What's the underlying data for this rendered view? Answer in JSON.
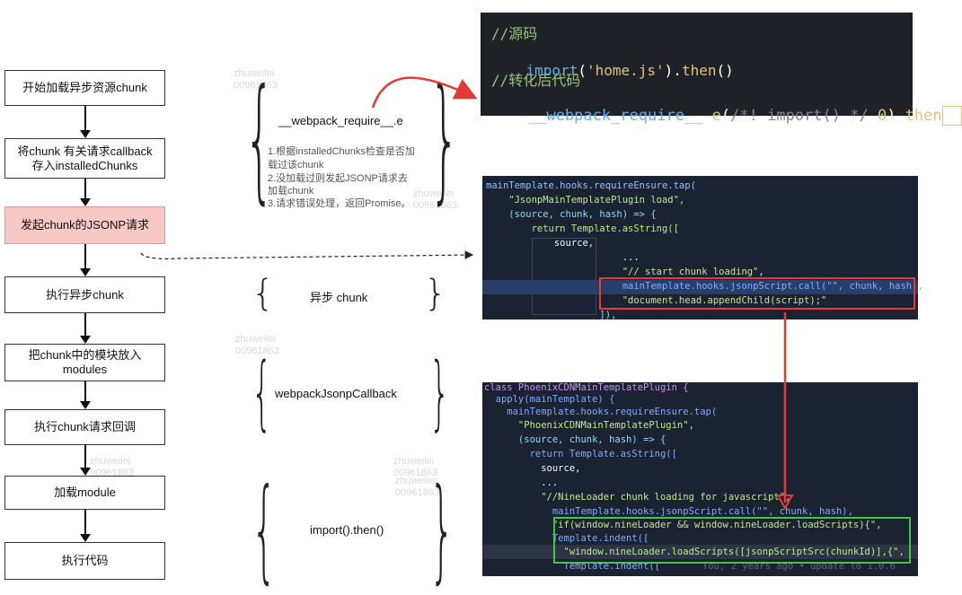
{
  "flow": {
    "steps": [
      {
        "text": "开始加载异步资源chunk"
      },
      {
        "text": "将chunk 有关请求callback\n存入installedChunks"
      },
      {
        "text": "发起chunk的JSONP请求"
      },
      {
        "text": "执行异步chunk"
      },
      {
        "text": "把chunk中的模块放入\nmodules"
      },
      {
        "text": "执行chunk请求回调"
      },
      {
        "text": "加载module"
      },
      {
        "text": "执行代码"
      }
    ]
  },
  "middle": {
    "require_e": "__webpack_require__.e",
    "require_e_notes": [
      "1.根据installedChunks检查是否加",
      "载过该chunk",
      "2.没加载过则发起JSONP请求去",
      "加载chunk",
      "3.请求错误处理，返回Promise。"
    ],
    "async_chunk": "异步 chunk",
    "jsonp_callback": "webpackJsonpCallback",
    "import_then": "import().then()"
  },
  "watermarks": [
    "zhuweilei\n00961863",
    "zhuweilei\n00961863",
    "zhuweilei\n00961863",
    "zhuweilei\n00961863",
    "zhuweilei\n00961863",
    "zhuweilei\n00961863"
  ],
  "code1": {
    "lines": [
      "//源码",
      "import('home.js').then()",
      "//转化后代码",
      "__webpack_require__.e(/*! import() */ 0).then()"
    ]
  },
  "code2": {
    "lines": [
      "mainTemplate.hooks.requireEnsure.tap(",
      "    \"JsonpMainTemplatePlugin load\",",
      "    (source, chunk, hash) => {",
      "        return Template.asString([",
      "            source,",
      "                        ...",
      "                        \"// start chunk loading\",",
      "                        mainTemplate.hooks.jsonpScript.call(\"\", chunk, hash),",
      "                        \"document.head.appendChild(script);\"",
      "                    ]),"
    ]
  },
  "code3": {
    "lines": [
      "class PhoenixCDNMainTemplatePlugin {",
      "  apply(mainTemplate) {",
      "    mainTemplate.hooks.requireEnsure.tap(",
      "      \"PhoenixCDNMainTemplatePlugin\",",
      "      (source, chunk, hash) => {",
      "        return Template.asString([",
      "          source,",
      "          ...",
      "          \"//NineLoader chunk loading for javascript\",",
      "            mainTemplate.hooks.jsonpScript.call(\"\", chunk, hash),",
      "            \"if(window.nineLoader && window.nineLoader.loadScripts){\",",
      "            Template.indent([",
      "              \"window.nineLoader.loadScripts([jsonpScriptSrc(chunkId)],{\",",
      "              Template.indent([",
      "You, 2 years ago • update to 1.0.6"
    ]
  },
  "colors": {
    "highlight_box": "#f6c8c6",
    "red": "#e53935",
    "green": "#43c443",
    "code_bg": "#1e2227"
  }
}
